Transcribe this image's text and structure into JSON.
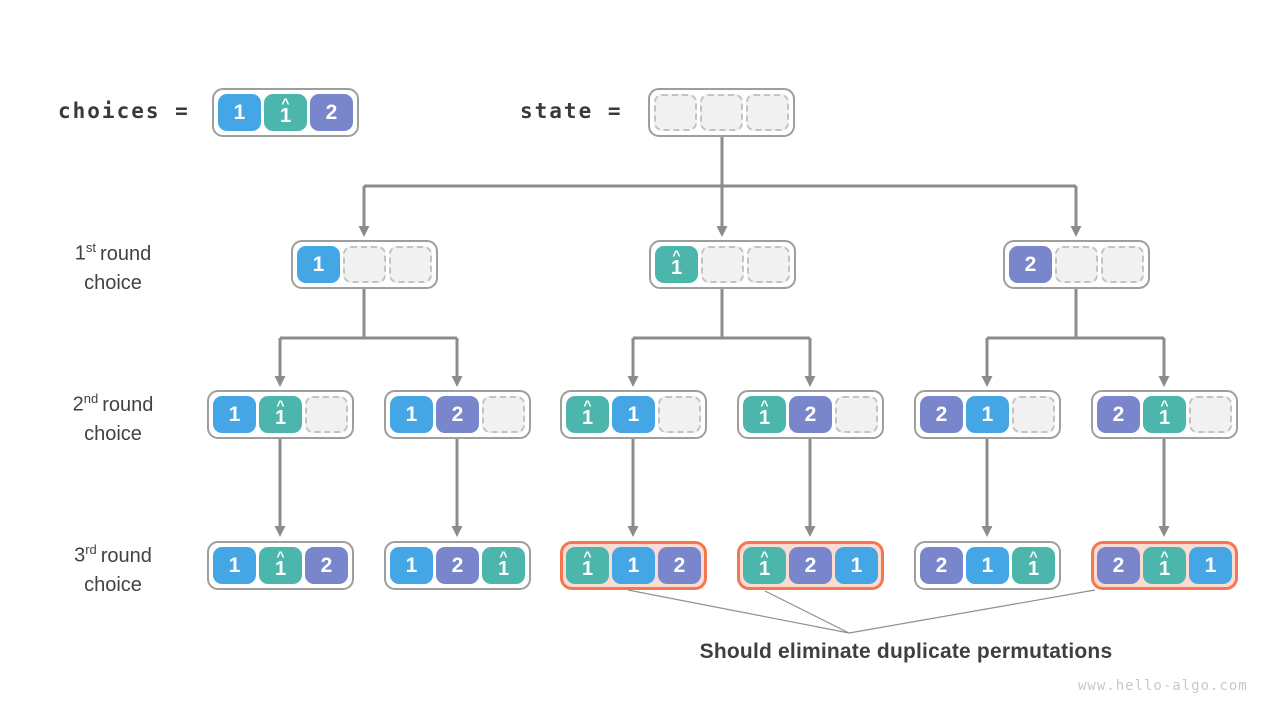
{
  "legend": {
    "choices_label": "choices",
    "state_label": "state",
    "equals": "=",
    "choices_node": {
      "cells": [
        "1",
        "1h",
        "2"
      ],
      "duplicate": false
    },
    "state_node": {
      "cells": [
        "",
        "",
        ""
      ],
      "duplicate": false
    }
  },
  "rows": [
    {
      "num": "1",
      "sup": "st",
      "rest": "round",
      "line2": "choice"
    },
    {
      "num": "2",
      "sup": "nd",
      "rest": "round",
      "line2": "choice"
    },
    {
      "num": "3",
      "sup": "rd",
      "rest": "round",
      "line2": "choice"
    }
  ],
  "tree": {
    "level1": [
      {
        "cells": [
          "1",
          "",
          ""
        ],
        "duplicate": false
      },
      {
        "cells": [
          "1h",
          "",
          ""
        ],
        "duplicate": false
      },
      {
        "cells": [
          "2",
          "",
          ""
        ],
        "duplicate": false
      }
    ],
    "level2": [
      {
        "cells": [
          "1",
          "1h",
          ""
        ],
        "duplicate": false
      },
      {
        "cells": [
          "1",
          "2",
          ""
        ],
        "duplicate": false
      },
      {
        "cells": [
          "1h",
          "1",
          ""
        ],
        "duplicate": false
      },
      {
        "cells": [
          "1h",
          "2",
          ""
        ],
        "duplicate": false
      },
      {
        "cells": [
          "2",
          "1",
          ""
        ],
        "duplicate": false
      },
      {
        "cells": [
          "2",
          "1h",
          ""
        ],
        "duplicate": false
      }
    ],
    "level3": [
      {
        "cells": [
          "1",
          "1h",
          "2"
        ],
        "duplicate": false
      },
      {
        "cells": [
          "1",
          "2",
          "1h"
        ],
        "duplicate": false
      },
      {
        "cells": [
          "1h",
          "1",
          "2"
        ],
        "duplicate": true
      },
      {
        "cells": [
          "1h",
          "2",
          "1"
        ],
        "duplicate": true
      },
      {
        "cells": [
          "2",
          "1",
          "1h"
        ],
        "duplicate": false
      },
      {
        "cells": [
          "2",
          "1h",
          "1"
        ],
        "duplicate": true
      }
    ]
  },
  "annotation": {
    "text": "Should eliminate duplicate permutations"
  },
  "watermark": "www.hello-algo.com",
  "colors": {
    "element_1": "#45a6e6",
    "element_1hat": "#4db6ac",
    "element_2": "#7986cb",
    "empty_cell": "#f1f1f2",
    "node_border": "#9e9e9e",
    "duplicate_border": "#f4774f",
    "duplicate_fill": "#fbdcd3",
    "connector": "#8c8c8c",
    "text": "#3f3f3f"
  }
}
